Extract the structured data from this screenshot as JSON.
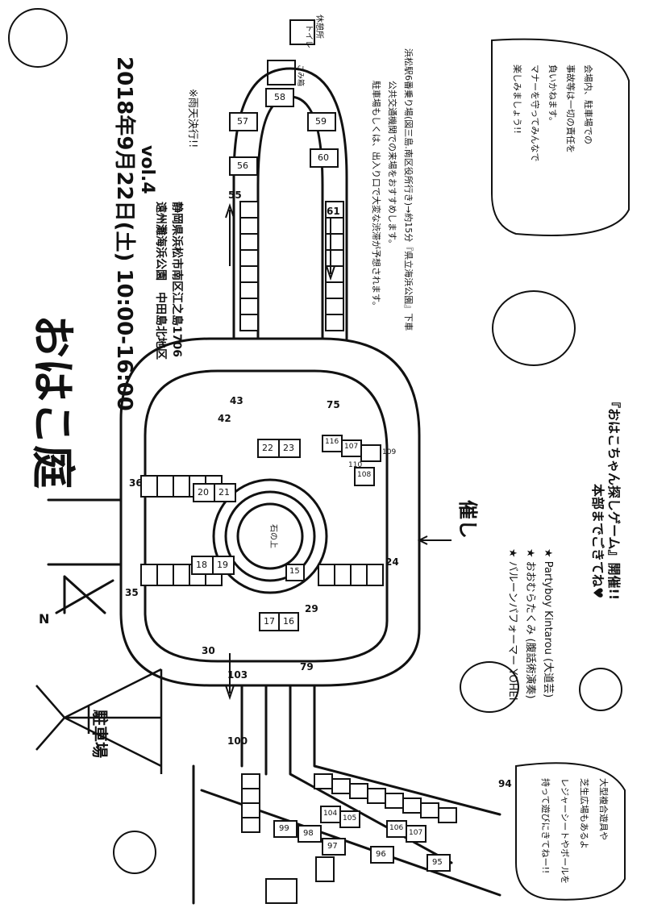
{
  "header": {
    "title": "おはこ庭",
    "vol": "vol.4",
    "date": "2018年9月22日(土) 10:00-16:00",
    "venue": "遠州灘海浜公園　中田島北地区",
    "address": "静岡県浜松市南区江之島1706",
    "rain": "※雨天決行!!"
  },
  "notes": {
    "rest_area": "休憩所",
    "toilet": "トイレ",
    "trash": "ごみ箱",
    "info1": "駐車場もしくは、出入り口で大変な渋滞が予想されます。",
    "info2": "公共交通機関での来場をおすすめします。",
    "info3": "浜松駅6番乗り場(図三島.南区役所行き)→約15分『県立海浜公園』下車",
    "liability_lines": [
      "会場内、駐車場での",
      "事故等は一切の責任を",
      "負いかねます。",
      "マナーを守ってみんなで",
      "楽しみましょう!!"
    ],
    "kids_lines": [
      "大型複合遊具や",
      "芝生広場もあるよ",
      "レジャーシートやボールを",
      "持って遊びにきてねー!!"
    ]
  },
  "events": {
    "heading": "催し",
    "items": [
      "★ Partyboy Kintarou (大道芸)",
      "★ おおむらたくみ (腹話術演奏)",
      "★ バルーンパフォーマー YOHEI"
    ],
    "game_line1": "『おはこちゃん探しゲーム』開催!!",
    "game_line2": "本部までごきてね♥"
  },
  "map": {
    "north": "N",
    "parking": "駐車場",
    "center": "石の上",
    "area_labels": [
      "42",
      "36",
      "35",
      "30",
      "43",
      "55",
      "61",
      "75",
      "24",
      "29",
      "79",
      "100",
      "103",
      "94"
    ],
    "booths": [
      "57",
      "58",
      "59",
      "56",
      "60",
      "22",
      "23",
      "20",
      "21",
      "18",
      "19",
      "17",
      "16",
      "15",
      "116",
      "107",
      "110",
      "109",
      "108",
      "104",
      "105",
      "106",
      "107",
      "99",
      "98",
      "97",
      "96",
      "95"
    ]
  }
}
